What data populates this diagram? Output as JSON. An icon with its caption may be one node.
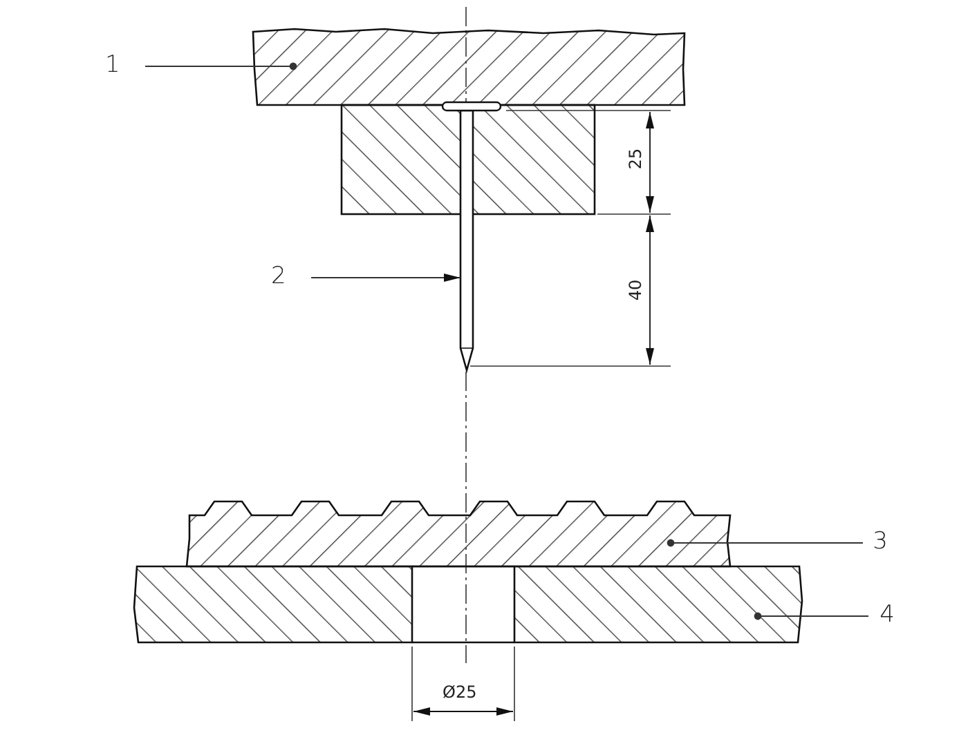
{
  "diagram": {
    "nodes": [
      {
        "text": [
          "1"
        ]
      },
      {
        "text": [],
        "shape": "box"
      },
      {
        "text": [],
        "shape": "box"
      },
      {
        "text": [
          "2"
        ]
      },
      {
        "text": [],
        "shape": "picture"
      },
      {
        "text": [
          "3"
        ]
      },
      {
        "text": [],
        "shape": "box"
      },
      {
        "text": [
          "4"
        ]
      },
      {
        "text": [],
        "shape": "box"
      }
    ],
    "edges": [
      {
        "from": 0,
        "to": 1,
        "arrow": "other"
      },
      {
        "from": 3,
        "to": 4,
        "arrow": "to"
      },
      {
        "from": 5,
        "to": 6,
        "arrow": "other"
      },
      {
        "from": 7,
        "to": 8,
        "arrow": "other"
      }
    ],
    "labels": [
      "25",
      "40",
      "Ø25"
    ]
  }
}
